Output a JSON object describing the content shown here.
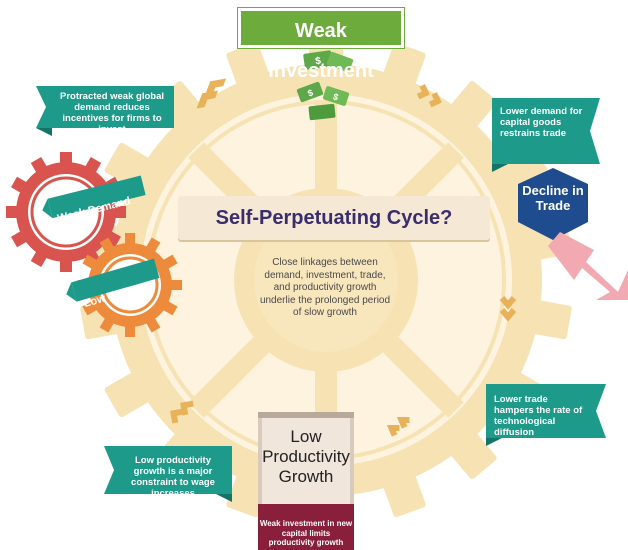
{
  "nodes": {
    "weak_investment": "Weak Investment",
    "decline_trade": "Decline in Trade",
    "low_productivity": "Low Productivity Growth",
    "weak_demand": "Weak Demand",
    "low_wages": "Low Wages"
  },
  "center": {
    "title": "Self-Perpetuating Cycle?",
    "description": "Close linkages between demand, investment, trade, and productivity growth underlie the prolonged period of slow growth"
  },
  "callouts": {
    "top_left": "Protracted weak global demand reduces incentives for firms to invest",
    "top_right": "Lower demand for capital goods restrains trade",
    "bottom_right": "Lower trade hampers the rate of technological diffusion",
    "bottom_left": "Low productivity growth is a major constraint to wage increases",
    "bottom_center": "Weak investment in new capital limits productivity growth"
  },
  "colors": {
    "gear": "#f6e2b3",
    "gear_inner": "#fdf3df",
    "arrow": "#e7b25a",
    "teal": "#1d9a8a",
    "green": "#6cab3c",
    "navy": "#1f4b8f",
    "pink": "#f2a9b2",
    "red_gear": "#d9534f",
    "orange_gear": "#ee8a3c",
    "maroon": "#8a1f3c"
  },
  "icons": {
    "money": "dollar-bills-icon",
    "arrow_down": "pink-trend-down-arrow-icon"
  }
}
